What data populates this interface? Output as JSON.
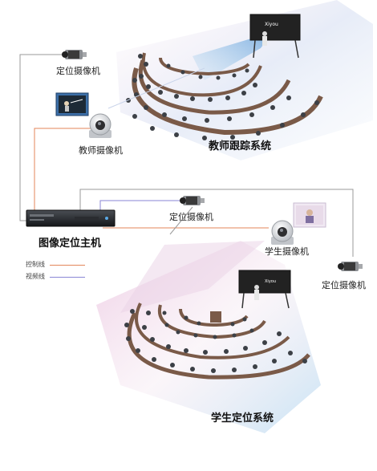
{
  "labels": {
    "positioning_camera_top": "定位摄像机",
    "teacher_camera": "教师摄像机",
    "teacher_system": "教师跟踪系统",
    "positioning_camera_mid": "定位摄像机",
    "host": "图像定位主机",
    "student_camera": "学生摄像机",
    "positioning_camera_right": "定位摄像机",
    "student_system": "学生定位系统"
  },
  "legend": {
    "control_line": "控制线",
    "video_line": "视频线"
  },
  "colors": {
    "control_line": "#e3865a",
    "video_line": "#8a86d6",
    "gray_line": "#9a9a9a",
    "table": "#7a5a48",
    "chair": "#3c4046",
    "beam_teacher": "#6aa3dc",
    "glow_pink": "#e6b5d8",
    "glow_blue": "#a9d3ee"
  },
  "board_text": "Xiyou"
}
